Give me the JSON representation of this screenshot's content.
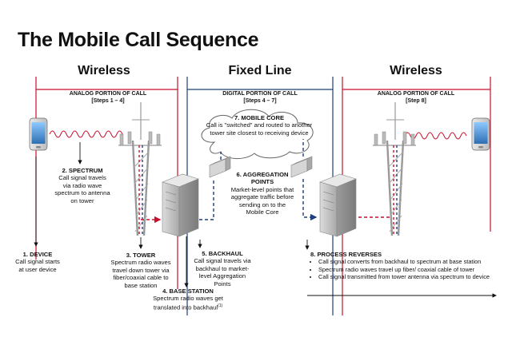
{
  "title": "The Mobile Call Sequence",
  "sections": {
    "wireless_left": "Wireless",
    "fixed_line": "Fixed Line",
    "wireless_right": "Wireless"
  },
  "headers": {
    "analog_left": {
      "line1": "ANALOG PORTION OF CALL",
      "line2": "[Steps 1 – 4]"
    },
    "digital": {
      "line1": "DIGITAL PORTION OF CALL",
      "line2": "[Steps 4 – 7]"
    },
    "analog_right": {
      "line1": "ANALOG PORTION OF CALL",
      "line2": "[Step 8]"
    }
  },
  "steps": {
    "device": {
      "heading": "1. DEVICE",
      "text": "Call signal starts at user device"
    },
    "spectrum": {
      "heading": "2. SPECTRUM",
      "text": "Call signal travels via radio wave spectrum to antenna on tower"
    },
    "tower": {
      "heading": "3. TOWER",
      "text": "Spectrum radio waves travel down tower via fiber/coaxial cable to base station"
    },
    "base_station": {
      "heading": "4. BASE STATION",
      "text": "Spectrum radio waves get translated into backhaul",
      "footnote": "(1)"
    },
    "backhaul": {
      "heading": "5. BACKHAUL",
      "text": "Call signal travels via backhaul to market-level Aggregation Points"
    },
    "aggregation": {
      "heading": "6. AGGREGATION POINTS",
      "text": "Market-level points that aggregate traffic before sending on to the Mobile Core"
    },
    "mobile_core": {
      "heading": "7. MOBILE CORE",
      "text": "Call is \"switched\" and routed to another tower site closest to receiving device"
    },
    "process_reverses": {
      "heading": "8. PROCESS REVERSES",
      "items": [
        "Call signal converts from backhaul to spectrum at base station",
        "Spectrum radio waves travel up fiber/ coaxial cable of tower",
        "Call signal transmitted from tower antenna via spectrum to device"
      ]
    }
  },
  "colors": {
    "red": "#c8102e",
    "blue": "#1f3f7a",
    "wave": "#c8102e"
  }
}
